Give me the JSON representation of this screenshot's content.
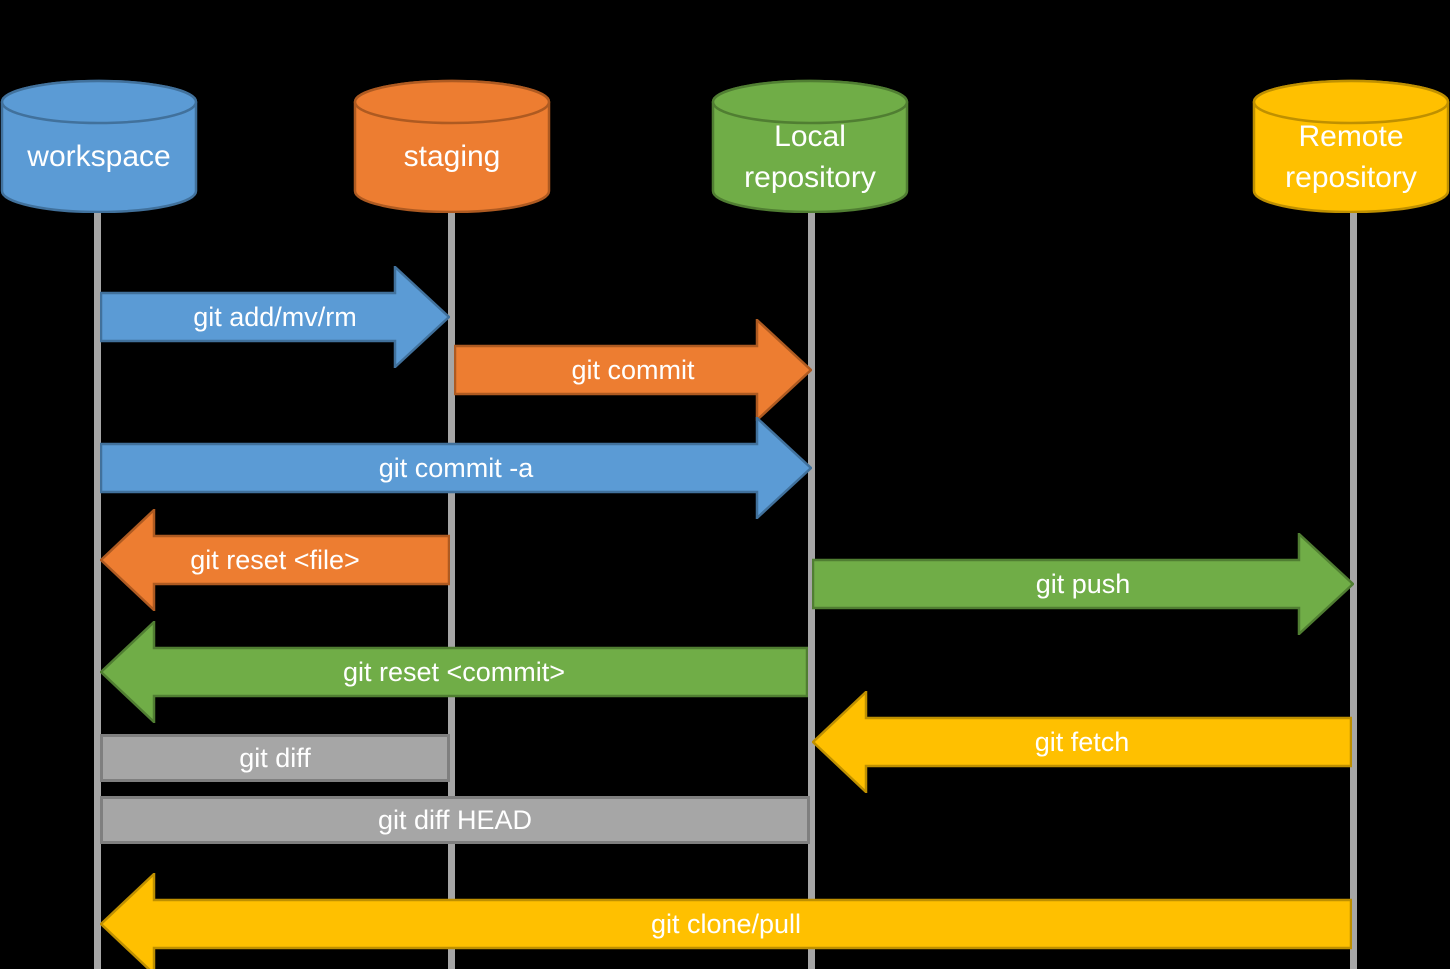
{
  "diagram_type": "git-data-flow-sequence",
  "palette": {
    "background": "#000000",
    "lifeline": "#A6A6A6",
    "text": "#FFFFFF"
  },
  "nodes": [
    {
      "id": "workspace",
      "label": "workspace",
      "fill": "#5B9BD5",
      "border": "#41719C"
    },
    {
      "id": "staging",
      "label": "staging",
      "fill": "#ED7D31",
      "border": "#AE5A21"
    },
    {
      "id": "local-repository",
      "label": "Local\nrepository",
      "fill": "#70AD47",
      "border": "#507E32"
    },
    {
      "id": "remote-repository",
      "label": "Remote\nrepository",
      "fill": "#FFC000",
      "border": "#BF9000"
    }
  ],
  "commands": [
    {
      "label": "git add/mv/rm",
      "from": "workspace",
      "to": "staging",
      "direction": "right",
      "color": "#5B9BD5",
      "border": "#41719C"
    },
    {
      "label": "git commit",
      "from": "staging",
      "to": "local-repository",
      "direction": "right",
      "color": "#ED7D31",
      "border": "#AE5A21"
    },
    {
      "label": "git commit -a",
      "from": "workspace",
      "to": "local-repository",
      "direction": "right",
      "color": "#5B9BD5",
      "border": "#41719C"
    },
    {
      "label": "git reset <file>",
      "from": "staging",
      "to": "workspace",
      "direction": "left",
      "color": "#ED7D31",
      "border": "#AE5A21"
    },
    {
      "label": "git push",
      "from": "local-repository",
      "to": "remote-repository",
      "direction": "right",
      "color": "#70AD47",
      "border": "#507E32"
    },
    {
      "label": "git reset <commit>",
      "from": "local-repository",
      "to": "workspace",
      "direction": "left",
      "color": "#70AD47",
      "border": "#507E32"
    },
    {
      "label": "git fetch",
      "from": "remote-repository",
      "to": "local-repository",
      "direction": "left",
      "color": "#FFC000",
      "border": "#BF9000"
    },
    {
      "label": "git diff",
      "from": "workspace",
      "to": "staging",
      "direction": "none",
      "color": "#A6A6A6",
      "border": "#7F7F7F"
    },
    {
      "label": "git diff HEAD",
      "from": "workspace",
      "to": "local-repository",
      "direction": "none",
      "color": "#A6A6A6",
      "border": "#7F7F7F"
    },
    {
      "label": "git clone/pull",
      "from": "remote-repository",
      "to": "workspace",
      "direction": "left",
      "color": "#FFC000",
      "border": "#BF9000"
    }
  ]
}
